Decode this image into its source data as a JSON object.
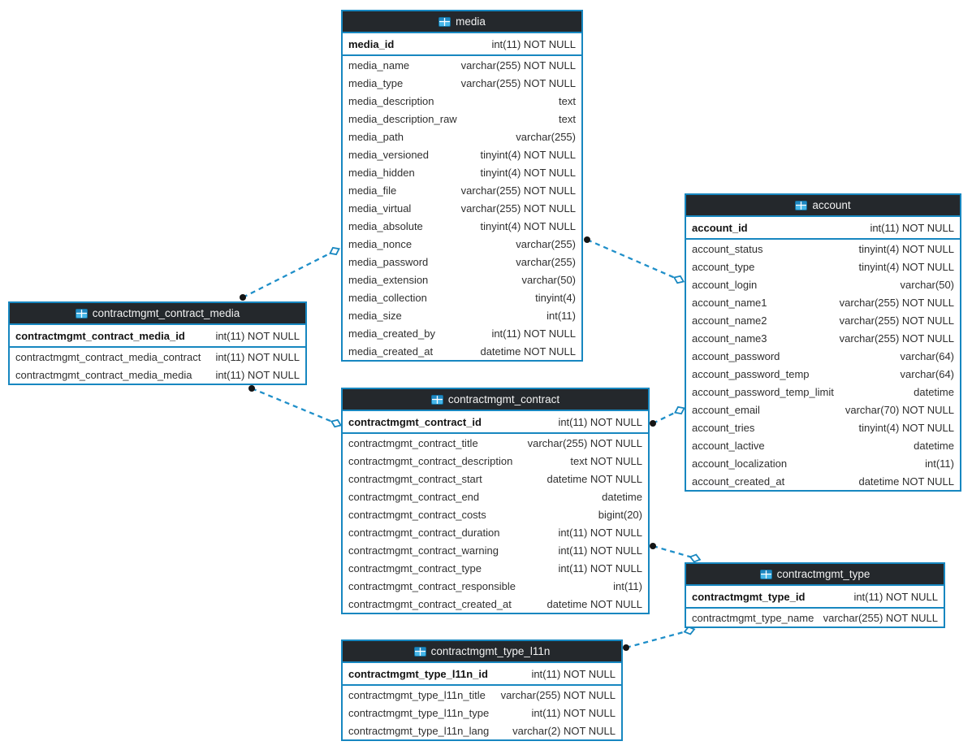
{
  "diagram": {
    "colors": {
      "table_border": "#1787c0",
      "header_background": "#24282c",
      "header_text": "#f2f2f2",
      "field_text": "#2f2f2f",
      "connector_line": "#1f8fc9",
      "connector_dot": "#151515",
      "icon_blue_light": "#45b6e8",
      "icon_blue_dark": "#1e88c2"
    },
    "tables": [
      {
        "name": "media",
        "icon": "table-icon",
        "primary_keys": [
          {
            "name": "media_id",
            "type": "int(11) NOT NULL"
          }
        ],
        "fields": [
          {
            "name": "media_name",
            "type": "varchar(255) NOT NULL"
          },
          {
            "name": "media_type",
            "type": "varchar(255) NOT NULL"
          },
          {
            "name": "media_description",
            "type": "text"
          },
          {
            "name": "media_description_raw",
            "type": "text"
          },
          {
            "name": "media_path",
            "type": "varchar(255)"
          },
          {
            "name": "media_versioned",
            "type": "tinyint(4) NOT NULL"
          },
          {
            "name": "media_hidden",
            "type": "tinyint(4) NOT NULL"
          },
          {
            "name": "media_file",
            "type": "varchar(255) NOT NULL"
          },
          {
            "name": "media_virtual",
            "type": "varchar(255) NOT NULL"
          },
          {
            "name": "media_absolute",
            "type": "tinyint(4) NOT NULL"
          },
          {
            "name": "media_nonce",
            "type": "varchar(255)"
          },
          {
            "name": "media_password",
            "type": "varchar(255)"
          },
          {
            "name": "media_extension",
            "type": "varchar(50)"
          },
          {
            "name": "media_collection",
            "type": "tinyint(4)"
          },
          {
            "name": "media_size",
            "type": "int(11)"
          },
          {
            "name": "media_created_by",
            "type": "int(11) NOT NULL"
          },
          {
            "name": "media_created_at",
            "type": "datetime NOT NULL"
          }
        ]
      },
      {
        "name": "account",
        "icon": "table-icon",
        "primary_keys": [
          {
            "name": "account_id",
            "type": "int(11) NOT NULL"
          }
        ],
        "fields": [
          {
            "name": "account_status",
            "type": "tinyint(4) NOT NULL"
          },
          {
            "name": "account_type",
            "type": "tinyint(4) NOT NULL"
          },
          {
            "name": "account_login",
            "type": "varchar(50)"
          },
          {
            "name": "account_name1",
            "type": "varchar(255) NOT NULL"
          },
          {
            "name": "account_name2",
            "type": "varchar(255) NOT NULL"
          },
          {
            "name": "account_name3",
            "type": "varchar(255) NOT NULL"
          },
          {
            "name": "account_password",
            "type": "varchar(64)"
          },
          {
            "name": "account_password_temp",
            "type": "varchar(64)"
          },
          {
            "name": "account_password_temp_limit",
            "type": "datetime"
          },
          {
            "name": "account_email",
            "type": "varchar(70) NOT NULL"
          },
          {
            "name": "account_tries",
            "type": "tinyint(4) NOT NULL"
          },
          {
            "name": "account_lactive",
            "type": "datetime"
          },
          {
            "name": "account_localization",
            "type": "int(11)"
          },
          {
            "name": "account_created_at",
            "type": "datetime NOT NULL"
          }
        ]
      },
      {
        "name": "contractmgmt_contract_media",
        "icon": "table-icon",
        "primary_keys": [
          {
            "name": "contractmgmt_contract_media_id",
            "type": "int(11) NOT NULL"
          }
        ],
        "fields": [
          {
            "name": "contractmgmt_contract_media_contract",
            "type": "int(11) NOT NULL"
          },
          {
            "name": "contractmgmt_contract_media_media",
            "type": "int(11) NOT NULL"
          }
        ]
      },
      {
        "name": "contractmgmt_contract",
        "icon": "table-icon",
        "primary_keys": [
          {
            "name": "contractmgmt_contract_id",
            "type": "int(11) NOT NULL"
          }
        ],
        "fields": [
          {
            "name": "contractmgmt_contract_title",
            "type": "varchar(255) NOT NULL"
          },
          {
            "name": "contractmgmt_contract_description",
            "type": "text NOT NULL"
          },
          {
            "name": "contractmgmt_contract_start",
            "type": "datetime NOT NULL"
          },
          {
            "name": "contractmgmt_contract_end",
            "type": "datetime"
          },
          {
            "name": "contractmgmt_contract_costs",
            "type": "bigint(20)"
          },
          {
            "name": "contractmgmt_contract_duration",
            "type": "int(11) NOT NULL"
          },
          {
            "name": "contractmgmt_contract_warning",
            "type": "int(11) NOT NULL"
          },
          {
            "name": "contractmgmt_contract_type",
            "type": "int(11) NOT NULL"
          },
          {
            "name": "contractmgmt_contract_responsible",
            "type": "int(11)"
          },
          {
            "name": "contractmgmt_contract_created_at",
            "type": "datetime NOT NULL"
          }
        ]
      },
      {
        "name": "contractmgmt_type",
        "icon": "table-icon",
        "primary_keys": [
          {
            "name": "contractmgmt_type_id",
            "type": "int(11) NOT NULL"
          }
        ],
        "fields": [
          {
            "name": "contractmgmt_type_name",
            "type": "varchar(255) NOT NULL"
          }
        ]
      },
      {
        "name": "contractmgmt_type_l11n",
        "icon": "table-icon",
        "primary_keys": [
          {
            "name": "contractmgmt_type_l11n_id",
            "type": "int(11) NOT NULL"
          }
        ],
        "fields": [
          {
            "name": "contractmgmt_type_l11n_title",
            "type": "varchar(255) NOT NULL"
          },
          {
            "name": "contractmgmt_type_l11n_type",
            "type": "int(11) NOT NULL"
          },
          {
            "name": "contractmgmt_type_l11n_lang",
            "type": "varchar(2) NOT NULL"
          }
        ]
      }
    ],
    "connections": [
      {
        "from": "contractmgmt_contract_media",
        "to": "media"
      },
      {
        "from": "media",
        "to": "account"
      },
      {
        "from": "contractmgmt_contract_media",
        "to": "contractmgmt_contract"
      },
      {
        "from": "contractmgmt_contract",
        "to": "account"
      },
      {
        "from": "contractmgmt_contract",
        "to": "contractmgmt_type"
      },
      {
        "from": "contractmgmt_type_l11n",
        "to": "contractmgmt_type"
      }
    ]
  }
}
